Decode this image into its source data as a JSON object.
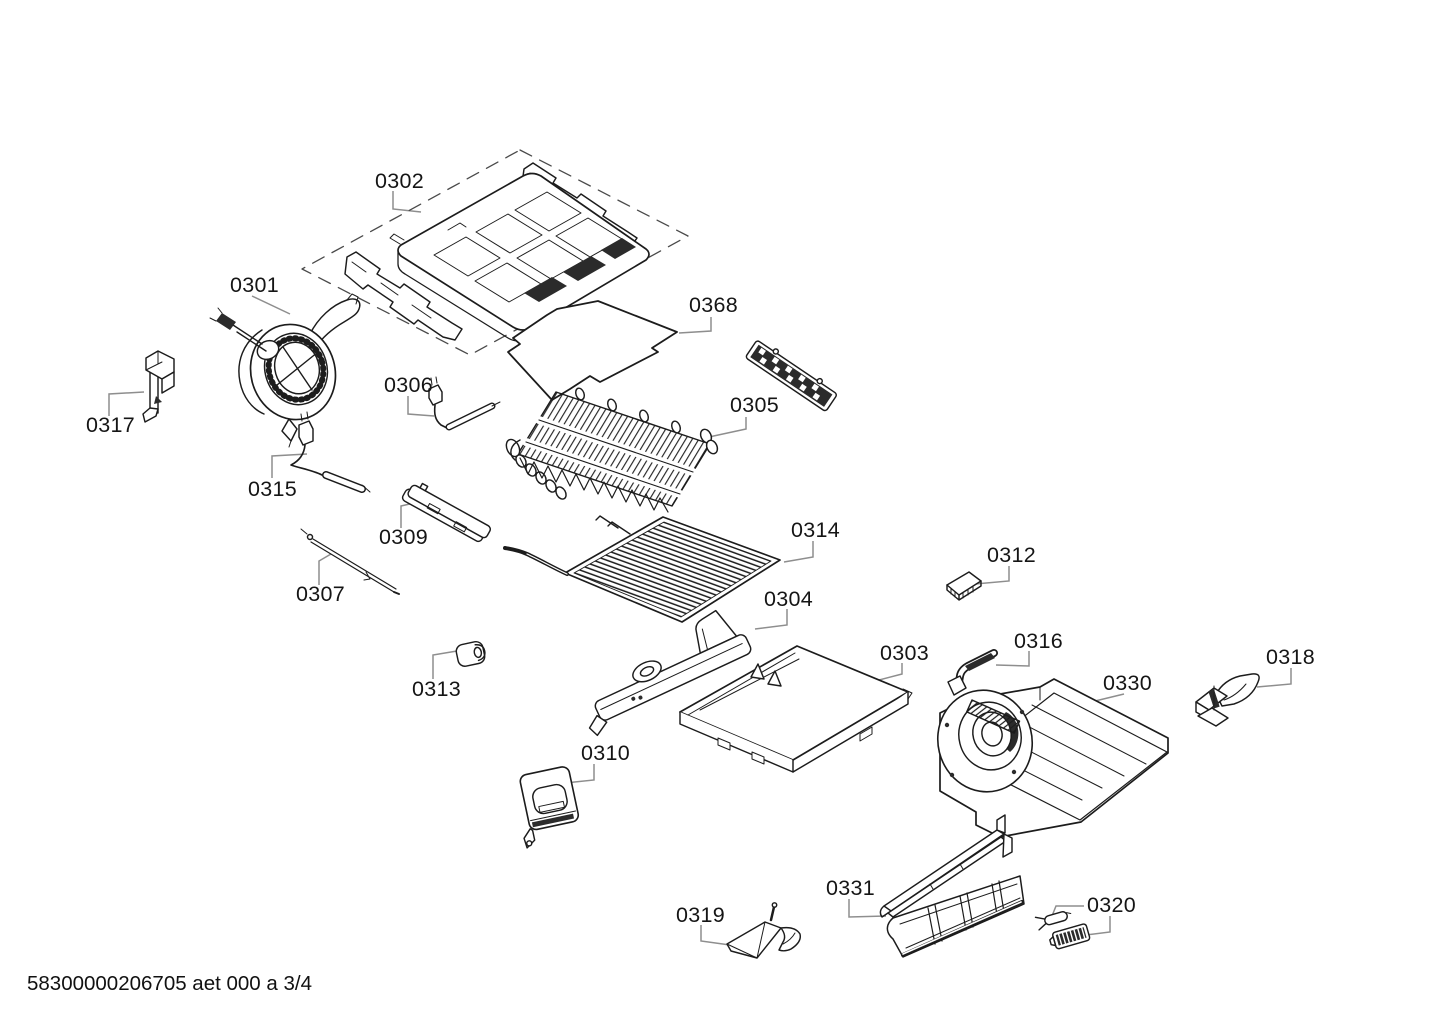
{
  "document": {
    "kind": "exploded-parts-diagram",
    "footer_text": "58300000206705 aet 000 a 3/4"
  },
  "colors": {
    "background": "#ffffff",
    "part_line": "#1c1c1c",
    "leader_line": "#8e8e8e",
    "label_text": "#151515",
    "dark_fill": "#2b2b2b"
  },
  "parts": [
    {
      "label": "0302"
    },
    {
      "label": "0301"
    },
    {
      "label": "0317"
    },
    {
      "label": "0315"
    },
    {
      "label": "0306"
    },
    {
      "label": "0368"
    },
    {
      "label": "0305"
    },
    {
      "label": "0309"
    },
    {
      "label": "0307"
    },
    {
      "label": "0314"
    },
    {
      "label": "0304"
    },
    {
      "label": "0303"
    },
    {
      "label": "0313"
    },
    {
      "label": "0312"
    },
    {
      "label": "0316"
    },
    {
      "label": "0330"
    },
    {
      "label": "0318"
    },
    {
      "label": "0310"
    },
    {
      "label": "0319"
    },
    {
      "label": "0331"
    },
    {
      "label": "0320"
    }
  ]
}
